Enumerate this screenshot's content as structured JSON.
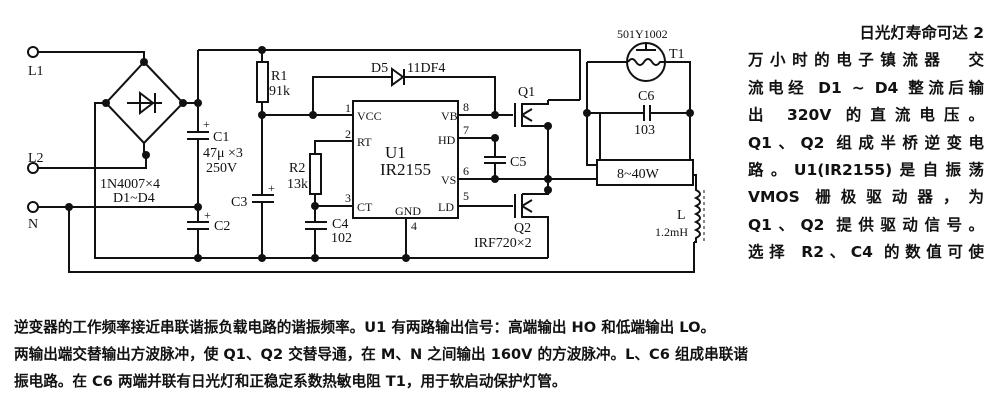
{
  "schematic": {
    "terminals": {
      "l1": "L1",
      "l2": "L2",
      "n": "N"
    },
    "bridge": {
      "part": "1N4007×4",
      "ref": "D1~D4"
    },
    "c1": {
      "ref": "C1",
      "value": "47μ ×3",
      "voltage": "250V"
    },
    "c2": {
      "ref": "C2"
    },
    "c3": {
      "ref": "C3"
    },
    "r1": {
      "ref": "R1",
      "value": "91k"
    },
    "r2": {
      "ref": "R2",
      "value": "13k"
    },
    "c4": {
      "ref": "C4",
      "value": "102"
    },
    "c5": {
      "ref": "C5"
    },
    "c6": {
      "ref": "C6",
      "value": "103"
    },
    "d5": {
      "ref": "D5",
      "part": "11DF4"
    },
    "u1": {
      "ref": "U1",
      "part": "IR2155",
      "pins": [
        {
          "num": "1",
          "name": "VCC"
        },
        {
          "num": "2",
          "name": "RT"
        },
        {
          "num": "3",
          "name": "CT"
        },
        {
          "num": "4",
          "name": "GND"
        },
        {
          "num": "5",
          "name": "LD"
        },
        {
          "num": "6",
          "name": "VS"
        },
        {
          "num": "7",
          "name": "HD"
        },
        {
          "num": "8",
          "name": "VB"
        }
      ]
    },
    "q1": {
      "ref": "Q1"
    },
    "q2": {
      "ref": "Q2",
      "part": "IRF720×2"
    },
    "t1": {
      "ref": "T1",
      "part": "501Y1002"
    },
    "lamp": {
      "rating": "8~40W"
    },
    "inductor": {
      "ref": "L",
      "value": "1.2mH"
    }
  },
  "description": {
    "side_lines": [
      "日光灯寿命可达 2",
      "万小时的电子镇流器　交",
      "流电经 D1 ~ D4 整流后输",
      "出 320V 的直流电压。",
      "Q1、Q2 组成半桥逆变电",
      "路。U1(IR2155)是自振荡",
      "VMOS 栅极驱动器，为",
      "Q1、Q2 提供驱动信号。",
      "选择 R2、C4 的数值可使"
    ],
    "bottom_lines": [
      "逆变器的工作频率接近串联谐振负载电路的谐振频率。U1 有两路输出信号：高端输出 HO 和低端输出 LO。",
      "两输出端交替输出方波脉冲，使 Q1、Q2 交替导通，在 M、N 之间输出 160V 的方波脉冲。L、C6 组成串联谐",
      "振电路。在 C6 两端并联有日光灯和正稳定系数热敏电阻 T1，用于软启动保护灯管。"
    ]
  }
}
